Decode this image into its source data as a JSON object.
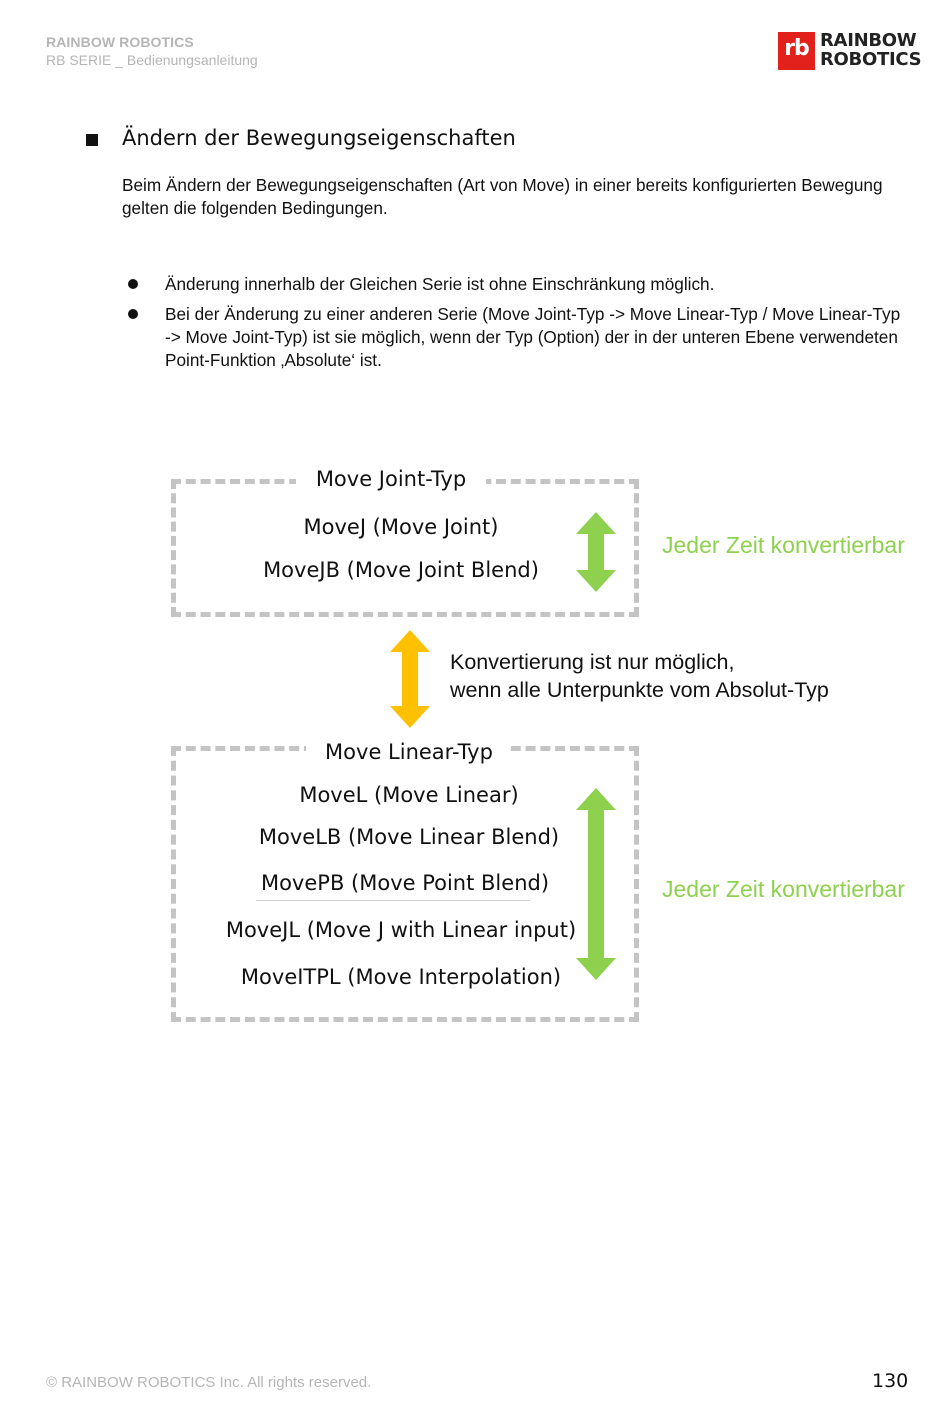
{
  "header": {
    "company": "RAINBOW ROBOTICS",
    "subtitle": "RB SERIE _ Bedienungsanleitung",
    "logo": {
      "mark": "rb",
      "line1": "RAINBOW",
      "line2": "ROBOTICS"
    }
  },
  "section": {
    "title": "Ändern der Bewegungseigenschaften",
    "intro": "Beim Ändern der Bewegungseigenschaften (Art von Move) in einer bereits konfigurierten Bewegung gelten die folgenden Bedingungen.",
    "bullets": [
      "Änderung innerhalb der Gleichen Serie ist ohne Einschränkung möglich.",
      "Bei der Änderung zu einer anderen Serie (Move Joint-Typ -> Move Linear-Typ / Move Linear-Typ -> Move Joint-Typ) ist sie möglich, wenn der Typ (Option) der in der unteren Ebene verwendeten Point-Funktion ‚Absolute‘ ist."
    ]
  },
  "diagram": {
    "joint_box": {
      "title": "Move Joint-Typ",
      "items": [
        "MoveJ (Move Joint)",
        "MoveJB (Move Joint Blend)"
      ],
      "side_label": "Jeder Zeit konvertierbar"
    },
    "conversion_note": {
      "line1": "Konvertierung ist nur möglich,",
      "line2": "wenn alle Unterpunkte vom Absolut-Typ"
    },
    "linear_box": {
      "title": "Move Linear-Typ",
      "items": [
        "MoveL (Move Linear)",
        "MoveLB (Move Linear Blend)",
        "MovePB (Move Point Blend)",
        "MoveJL (Move J with Linear input)",
        "MoveITPL (Move Interpolation)"
      ],
      "side_label": "Jeder Zeit konvertierbar"
    },
    "colors": {
      "green": "#8dd14f",
      "orange": "#ffc000",
      "dash": "#c4c4c4",
      "logo_red": "#e2211c"
    }
  },
  "footer": {
    "copyright": "© RAINBOW ROBOTICS Inc. All rights reserved.",
    "page_number": "130"
  }
}
